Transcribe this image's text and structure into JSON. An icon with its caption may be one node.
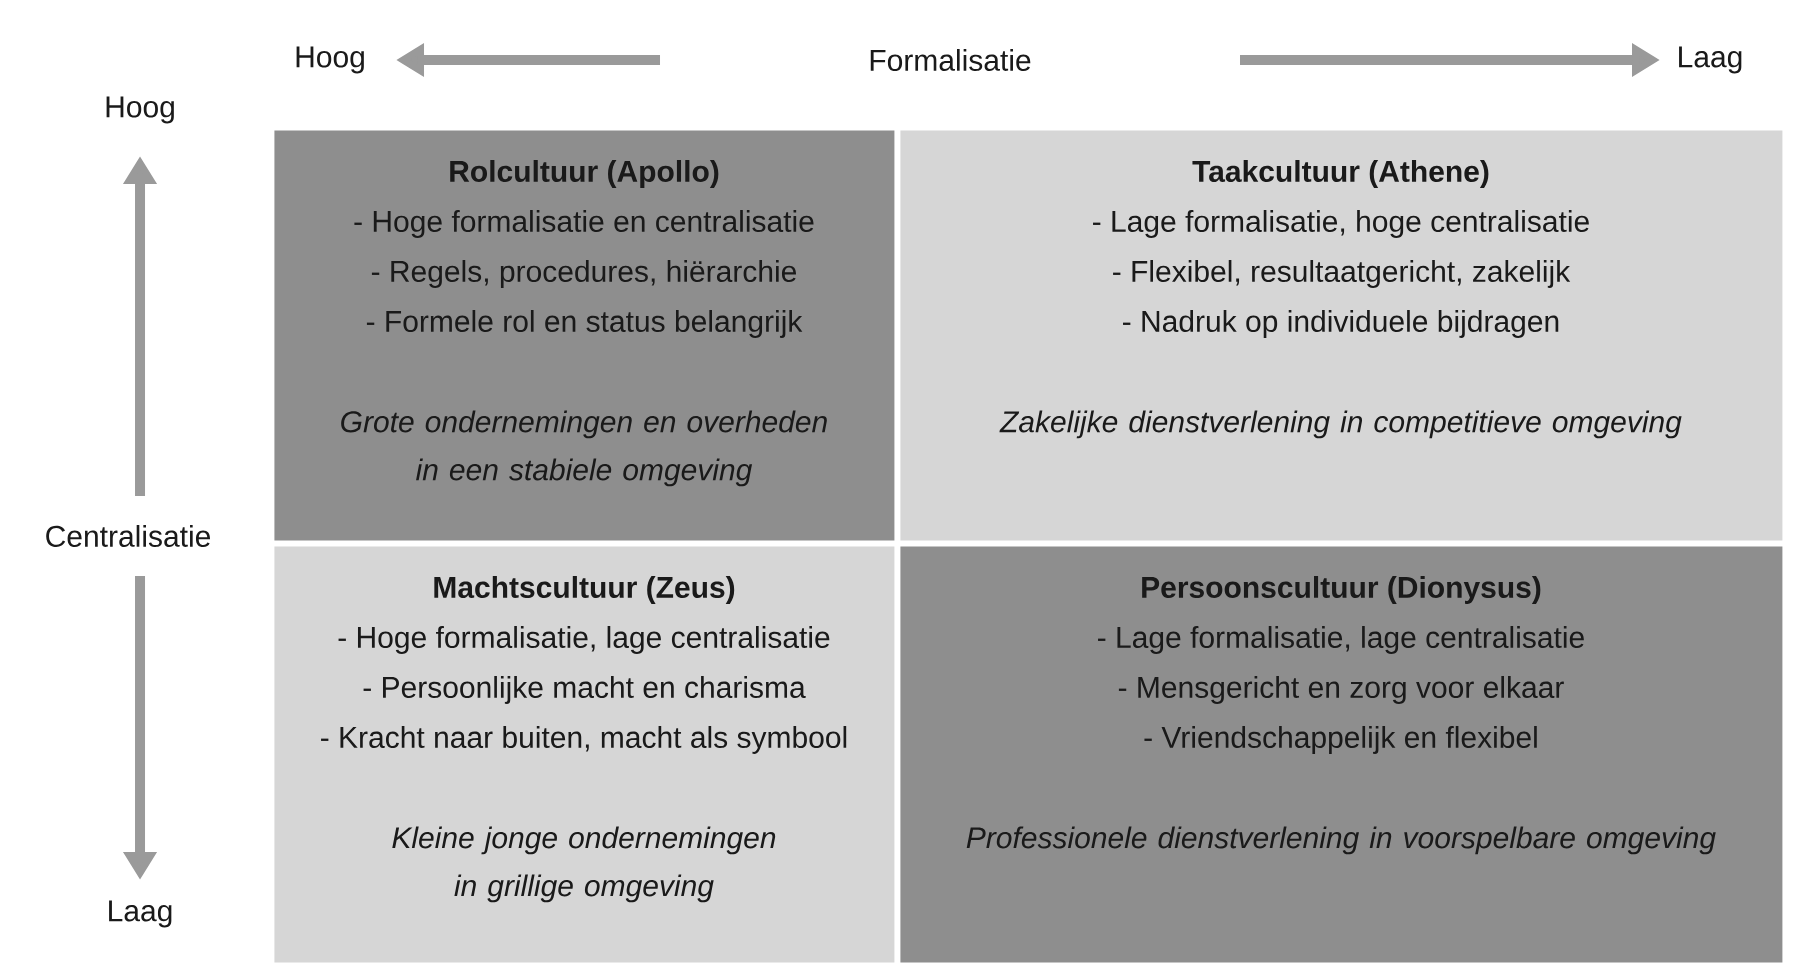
{
  "diagram": {
    "nodes": [
      {
        "text": [
          "Rolcultuur (Apollo)",
          "- Hoge formalisatie en centralisatie",
          "- Regels, procedures, hiërarchie",
          "- Formele rol en status belangrijk",
          "Grote ondernemingen en overheden in een stabiele omgeving"
        ]
      },
      {
        "text": [
          "Taakcultuur (Athene)",
          "- Lage formalisatie, hoge centralisatie",
          "- Flexibel, resultaatgericht, zakelijk",
          "- Nadruk op individuele bijdragen",
          "Zakelijke dienstverlening in competitieve omgeving"
        ]
      },
      {
        "text": [
          "Machtscultuur (Zeus)",
          "- Hoge formalisatie, lage centralisatie",
          "- Persoonlijke macht en charisma",
          "- Kracht naar buiten, macht als symbool",
          "Kleine jonge ondernemingen in grillige omgeving"
        ]
      },
      {
        "text": [
          "Persoonscultuur (Dionysus)",
          "- Lage formalisatie, lage centralisatie",
          "- Mensgericht en zorg voor elkaar",
          "- Vriendschappelijk en flexibel",
          "Professionele dienstverlening in voorspelbare omgeving"
        ]
      }
    ],
    "labels": [
      "Hoog",
      "Formalisatie",
      "Laag",
      "Hoog",
      "Centralisatie",
      "Laag"
    ]
  }
}
